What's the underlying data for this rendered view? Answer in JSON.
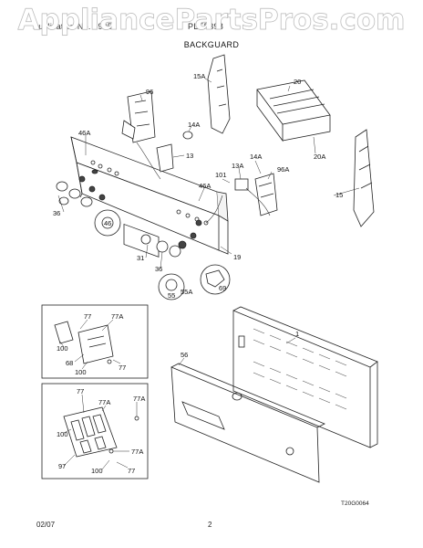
{
  "watermark": "AppliancePartsPros.com",
  "header": {
    "publication": "Publication No. 5995",
    "model": "PLEF398"
  },
  "section_title": "BACKGUARD",
  "callouts": {
    "c15A": "15A",
    "c20": "20",
    "c96": "96",
    "c14A": "14A",
    "c46A": "46A",
    "c13": "13",
    "c20A": "20A",
    "c101": "101",
    "c13A": "13A",
    "c14A_b": "14A",
    "c96A": "96A",
    "c46A_b": "46A",
    "c15": "15",
    "c36": "36",
    "c46": "46",
    "c31": "31",
    "c36_b": "36",
    "c19": "19",
    "c55A": "55A",
    "c55": "55",
    "c69": "69",
    "c77": "77",
    "c77A": "77A",
    "c100": "100",
    "c68": "68",
    "c100_b": "100",
    "c77_b": "77",
    "c1": "1",
    "c56": "56",
    "c77_c": "77",
    "c77A_b": "77A",
    "c77A_c": "77A",
    "c100_c": "100",
    "c77A_d": "77A",
    "c97": "97",
    "c100_d": "100",
    "c77_d": "77"
  },
  "drawing_id": "T20G0064",
  "footer": {
    "date": "02/07",
    "page": "2"
  }
}
